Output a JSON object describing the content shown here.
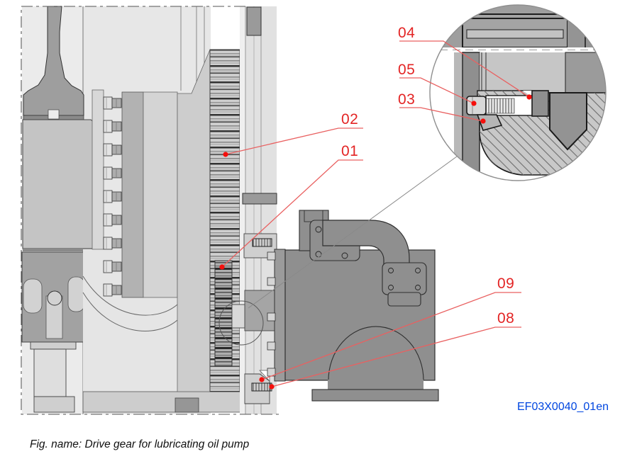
{
  "figure": {
    "caption": "Fig. name: Drive gear for lubricating oil pump",
    "reference_code": "EF03X0040_01en"
  },
  "callouts": [
    {
      "label": "04"
    },
    {
      "label": "05"
    },
    {
      "label": "03"
    },
    {
      "label": "02"
    },
    {
      "label": "01"
    },
    {
      "label": "09"
    },
    {
      "label": "08"
    }
  ],
  "colors": {
    "callout_red": "#e32424",
    "leader_red": "#e96060",
    "dot_red": "#f50f0c",
    "reference_blue": "#0046e0",
    "pump_body_gray": "#8f8f8f",
    "section_light_gray": "#e8e8e8"
  }
}
